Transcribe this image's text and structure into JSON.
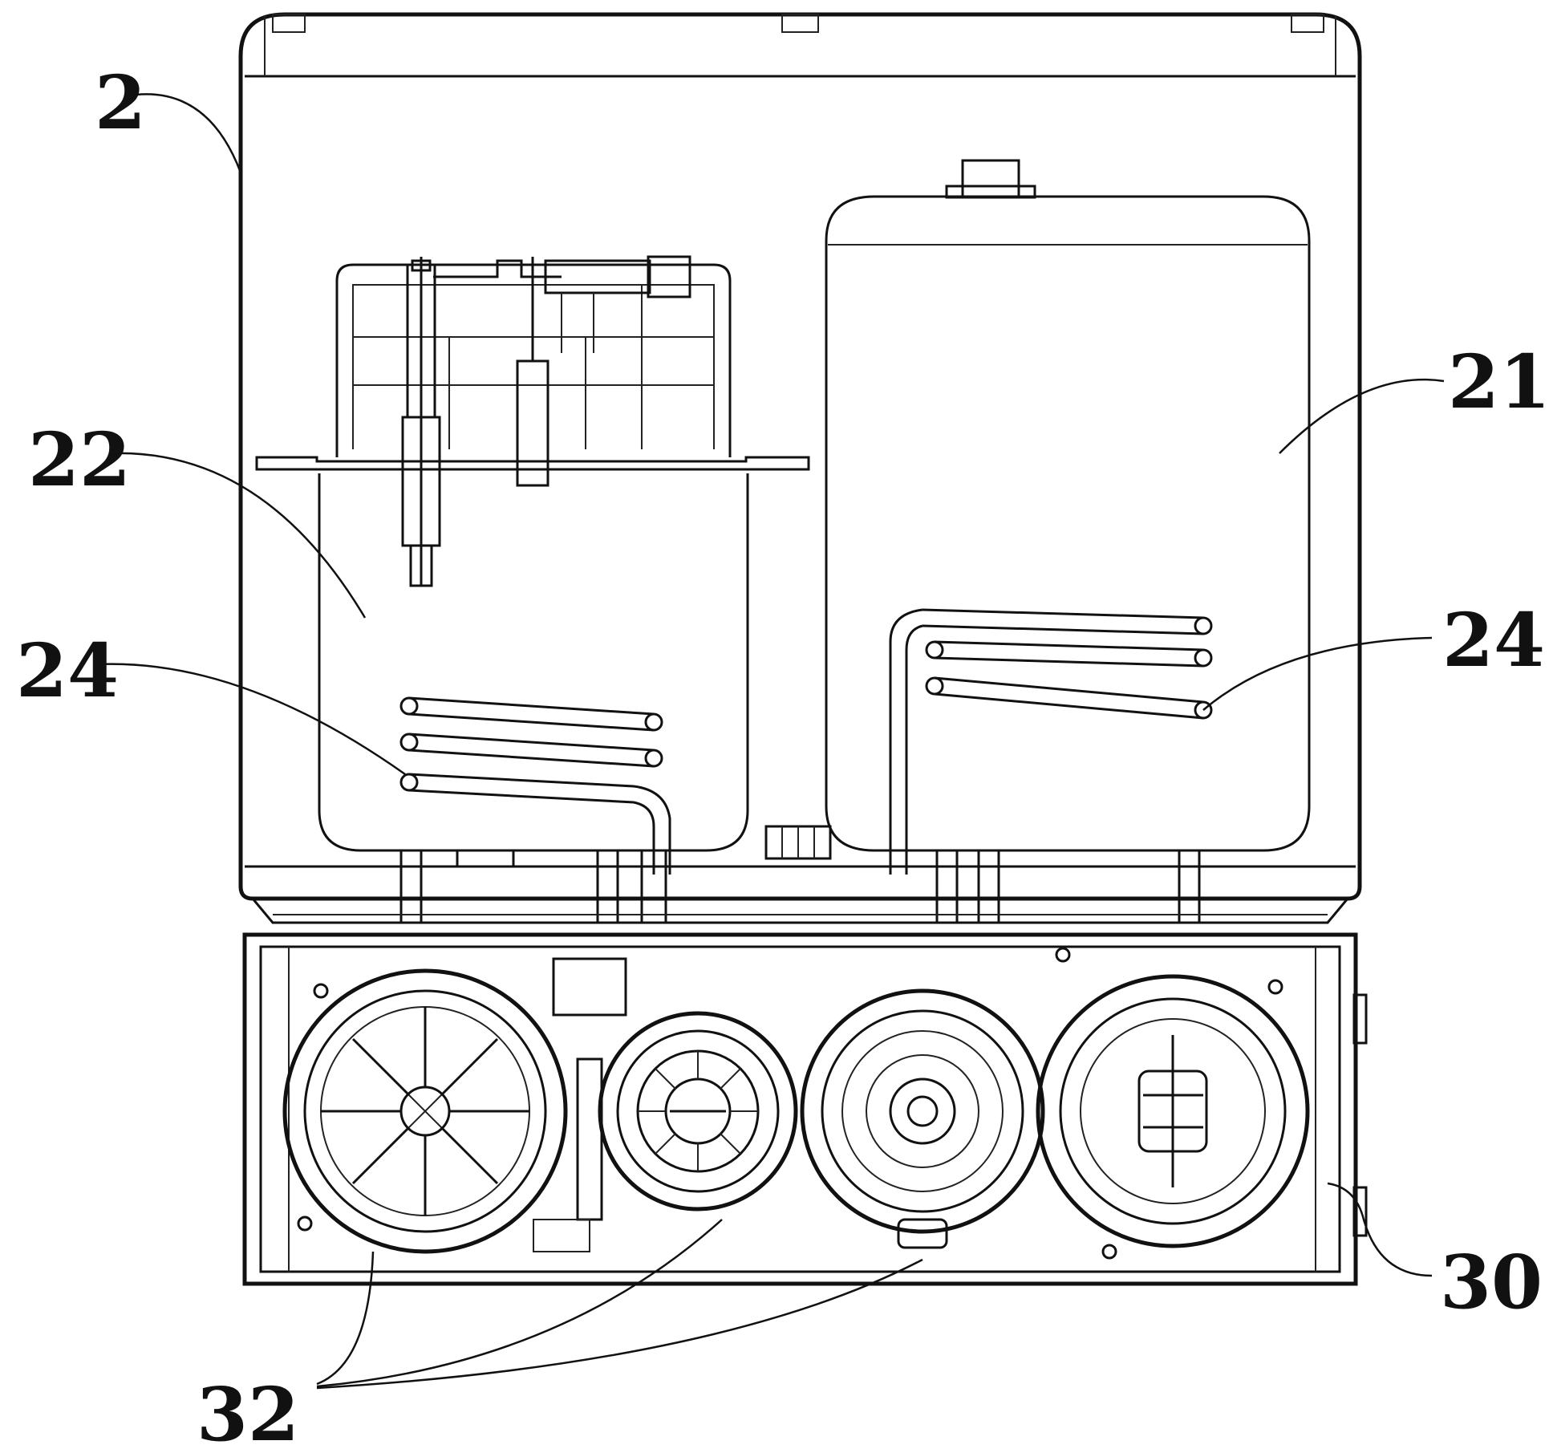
{
  "figure": {
    "labels": {
      "housing": "2",
      "tank_right": "21",
      "tank_left": "22",
      "coil_left": "24",
      "coil_right": "24",
      "fan_box": "30",
      "fans": "32"
    }
  }
}
